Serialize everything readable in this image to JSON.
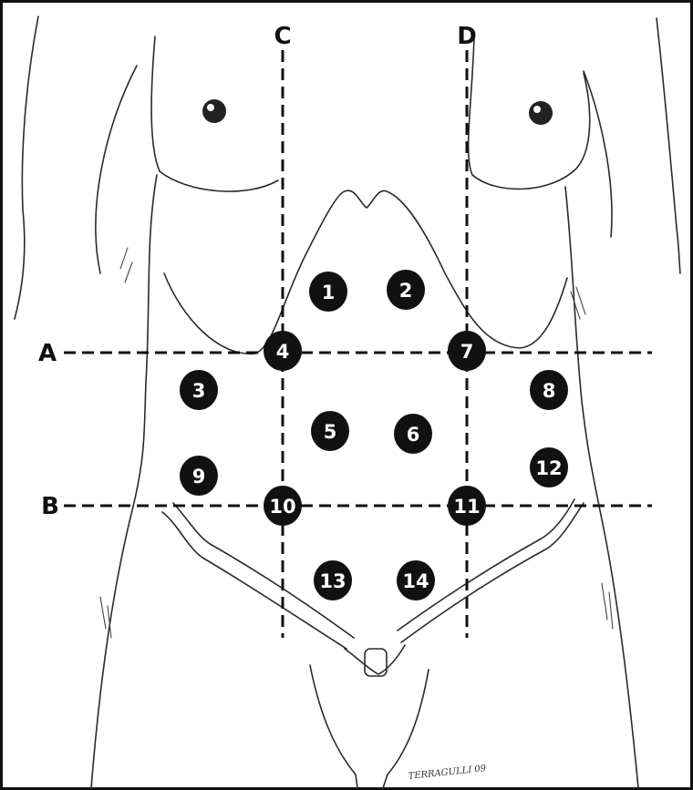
{
  "reference_lines": [
    {
      "id": "A",
      "label": "A"
    },
    {
      "id": "B",
      "label": "B"
    },
    {
      "id": "C",
      "label": "C"
    },
    {
      "id": "D",
      "label": "D"
    }
  ],
  "points": [
    {
      "label": "1"
    },
    {
      "label": "2"
    },
    {
      "label": "3"
    },
    {
      "label": "4"
    },
    {
      "label": "5"
    },
    {
      "label": "6"
    },
    {
      "label": "7"
    },
    {
      "label": "8"
    },
    {
      "label": "9"
    },
    {
      "label": "10"
    },
    {
      "label": "11"
    },
    {
      "label": "12"
    },
    {
      "label": "13"
    },
    {
      "label": "14"
    }
  ],
  "signature": {
    "text": "TERRAGULLI 09"
  }
}
